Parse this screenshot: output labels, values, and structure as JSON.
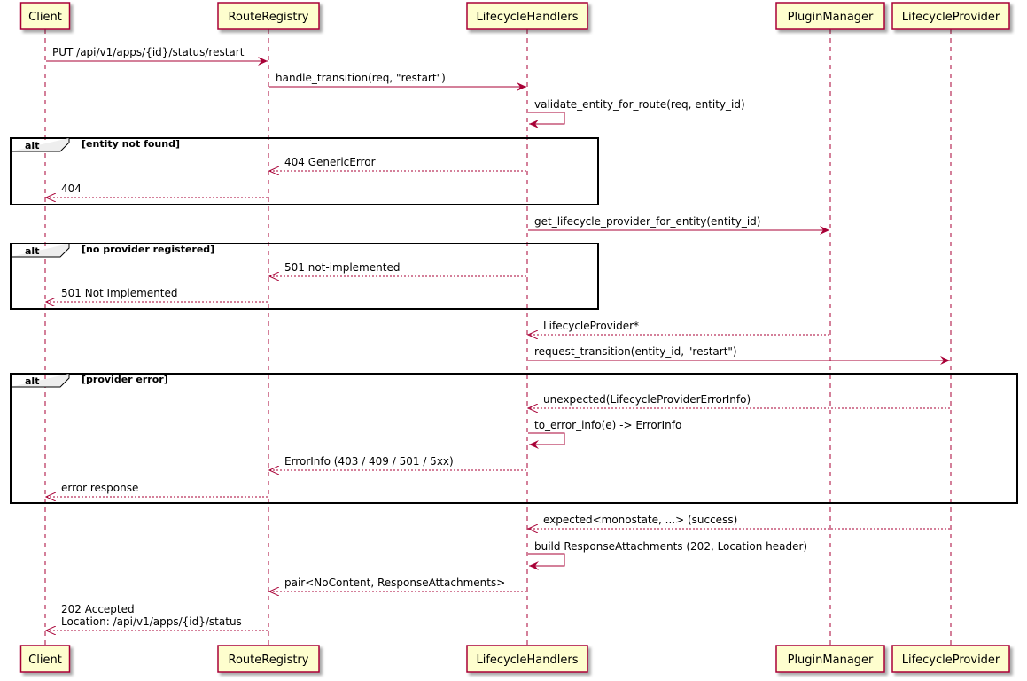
{
  "colors": {
    "participant_fill": "#FEFECE",
    "participant_border": "#A80036",
    "arrow": "#A80036",
    "lifeline": "#A80036",
    "fragment_border": "#000000"
  },
  "participants": [
    {
      "id": "client",
      "label": "Client"
    },
    {
      "id": "registry",
      "label": "RouteRegistry"
    },
    {
      "id": "handlers",
      "label": "LifecycleHandlers"
    },
    {
      "id": "plugins",
      "label": "PluginManager"
    },
    {
      "id": "provider",
      "label": "LifecycleProvider"
    }
  ],
  "fragments": [
    {
      "keyword": "alt",
      "guard": "[entity not found]"
    },
    {
      "keyword": "alt",
      "guard": "[no provider registered]"
    },
    {
      "keyword": "alt",
      "guard": "[provider error]"
    }
  ],
  "messages": [
    {
      "from": "client",
      "to": "registry",
      "kind": "sync",
      "lines": [
        "PUT /api/v1/apps/{id}/status/restart"
      ]
    },
    {
      "from": "registry",
      "to": "handlers",
      "kind": "sync",
      "lines": [
        "handle_transition(req, \"restart\")"
      ]
    },
    {
      "from": "handlers",
      "to": "handlers",
      "kind": "self",
      "lines": [
        "validate_entity_for_route(req, entity_id)"
      ]
    },
    {
      "from": "handlers",
      "to": "registry",
      "kind": "return",
      "lines": [
        "404 GenericError"
      ]
    },
    {
      "from": "registry",
      "to": "client",
      "kind": "return",
      "lines": [
        "404"
      ]
    },
    {
      "from": "handlers",
      "to": "plugins",
      "kind": "sync",
      "lines": [
        "get_lifecycle_provider_for_entity(entity_id)"
      ]
    },
    {
      "from": "handlers",
      "to": "registry",
      "kind": "return",
      "lines": [
        "501 not-implemented"
      ]
    },
    {
      "from": "registry",
      "to": "client",
      "kind": "return",
      "lines": [
        "501 Not Implemented"
      ]
    },
    {
      "from": "plugins",
      "to": "handlers",
      "kind": "return",
      "lines": [
        "LifecycleProvider*"
      ]
    },
    {
      "from": "handlers",
      "to": "provider",
      "kind": "sync",
      "lines": [
        "request_transition(entity_id, \"restart\")"
      ]
    },
    {
      "from": "provider",
      "to": "handlers",
      "kind": "return",
      "lines": [
        "unexpected(LifecycleProviderErrorInfo)"
      ]
    },
    {
      "from": "handlers",
      "to": "handlers",
      "kind": "self",
      "lines": [
        "to_error_info(e) -> ErrorInfo"
      ]
    },
    {
      "from": "handlers",
      "to": "registry",
      "kind": "return",
      "lines": [
        "ErrorInfo (403 / 409 / 501 / 5xx)"
      ]
    },
    {
      "from": "registry",
      "to": "client",
      "kind": "return",
      "lines": [
        "error response"
      ]
    },
    {
      "from": "provider",
      "to": "handlers",
      "kind": "return",
      "lines": [
        "expected<monostate, ...> (success)"
      ]
    },
    {
      "from": "handlers",
      "to": "handlers",
      "kind": "self",
      "lines": [
        "build ResponseAttachments (202, Location header)"
      ]
    },
    {
      "from": "handlers",
      "to": "registry",
      "kind": "return",
      "lines": [
        "pair<NoContent, ResponseAttachments>"
      ]
    },
    {
      "from": "registry",
      "to": "client",
      "kind": "return",
      "lines": [
        "202 Accepted",
        "Location: /api/v1/apps/{id}/status"
      ]
    }
  ]
}
